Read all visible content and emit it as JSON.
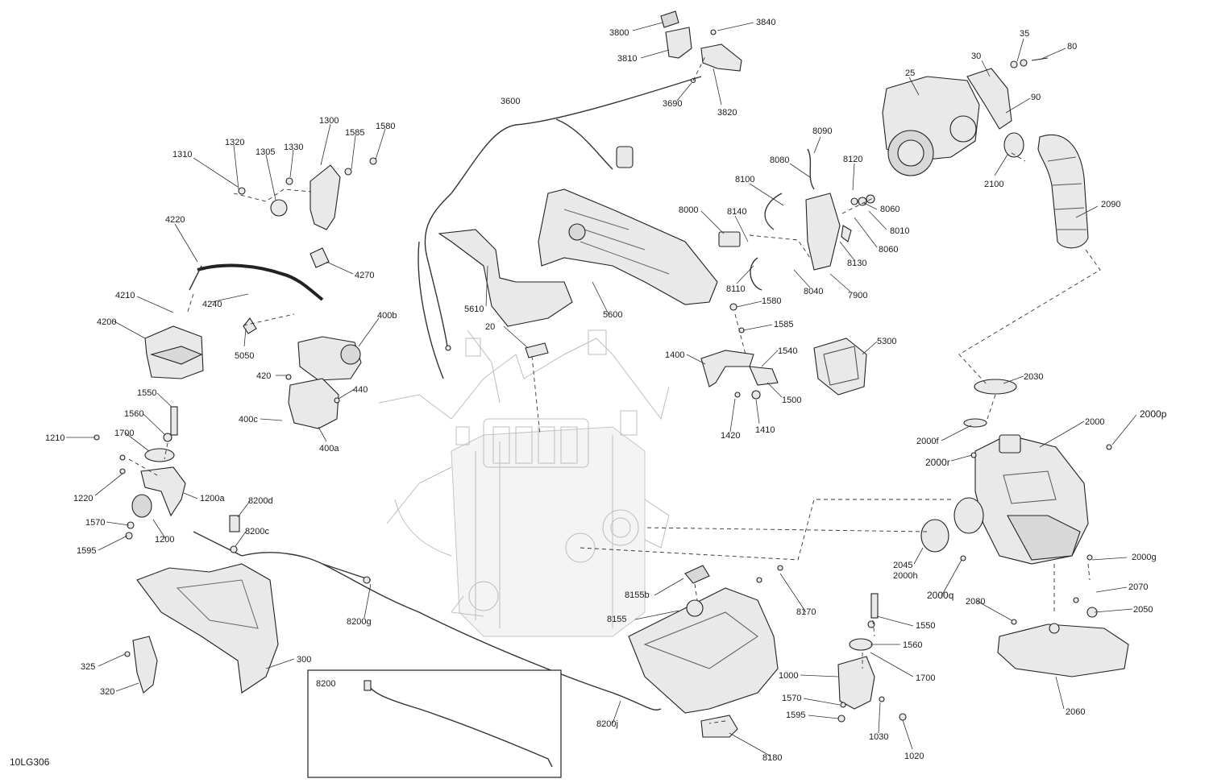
{
  "diagram_code": "10LG306",
  "inset_label": "8200",
  "labels": {
    "l3800": "3800",
    "l3840": "3840",
    "l3810": "3810",
    "l3690": "3690",
    "l3820": "3820",
    "l3600": "3600",
    "l35": "35",
    "l80": "80",
    "l30": "30",
    "l25": "25",
    "l90": "90",
    "l2100": "2100",
    "l2090": "2090",
    "l8090": "8090",
    "l8080": "8080",
    "l8120": "8120",
    "l8100": "8100",
    "l8060a": "8060",
    "l8010": "8010",
    "l8060b": "8060",
    "l8000": "8000",
    "l8140": "8140",
    "l8130": "8130",
    "l8110": "8110",
    "l8040": "8040",
    "l7900": "7900",
    "l1300": "1300",
    "l1320": "1320",
    "l1305": "1305",
    "l1330": "1330",
    "l1585a": "1585",
    "l1580a": "1580",
    "l1310": "1310",
    "l4220": "4220",
    "l4270": "4270",
    "l4210": "4210",
    "l4240": "4240",
    "l4200": "4200",
    "l5050": "5050",
    "l5610": "5610",
    "l5600": "5600",
    "l20": "20",
    "l400b": "400b",
    "l420": "420",
    "l440": "440",
    "l400c": "400c",
    "l400a": "400a",
    "l1580b": "1580",
    "l1585b": "1585",
    "l1400": "1400",
    "l1540": "1540",
    "l1500": "1500",
    "l1420": "1420",
    "l1410": "1410",
    "l5300": "5300",
    "l2030": "2030",
    "l2000": "2000",
    "l2000p": "2000p",
    "l2000f": "2000f",
    "l2000r": "2000r",
    "l1550a": "1550",
    "l1560a": "1560",
    "l1210": "1210",
    "l1700a": "1700",
    "l1220": "1220",
    "l1200a": "1200a",
    "l8200d": "8200d",
    "l1570a": "1570",
    "l8200c": "8200c",
    "l1200": "1200",
    "l1595a": "1595",
    "l2045": "2045",
    "l2000h": "2000h",
    "l2000g": "2000g",
    "l2000q": "2000q",
    "l2070": "2070",
    "l2080": "2080",
    "l2050": "2050",
    "l8155b": "8155b",
    "l8170": "8170",
    "l8155": "8155",
    "l8200g": "8200g",
    "l1550b": "1550",
    "l1560b": "1560",
    "l1700b": "1700",
    "l1000": "1000",
    "l1570b": "1570",
    "l1595b": "1595",
    "l1030": "1030",
    "l1020": "1020",
    "l2060": "2060",
    "l325": "325",
    "l300": "300",
    "l320": "320",
    "l8200j": "8200j",
    "l8180": "8180"
  }
}
